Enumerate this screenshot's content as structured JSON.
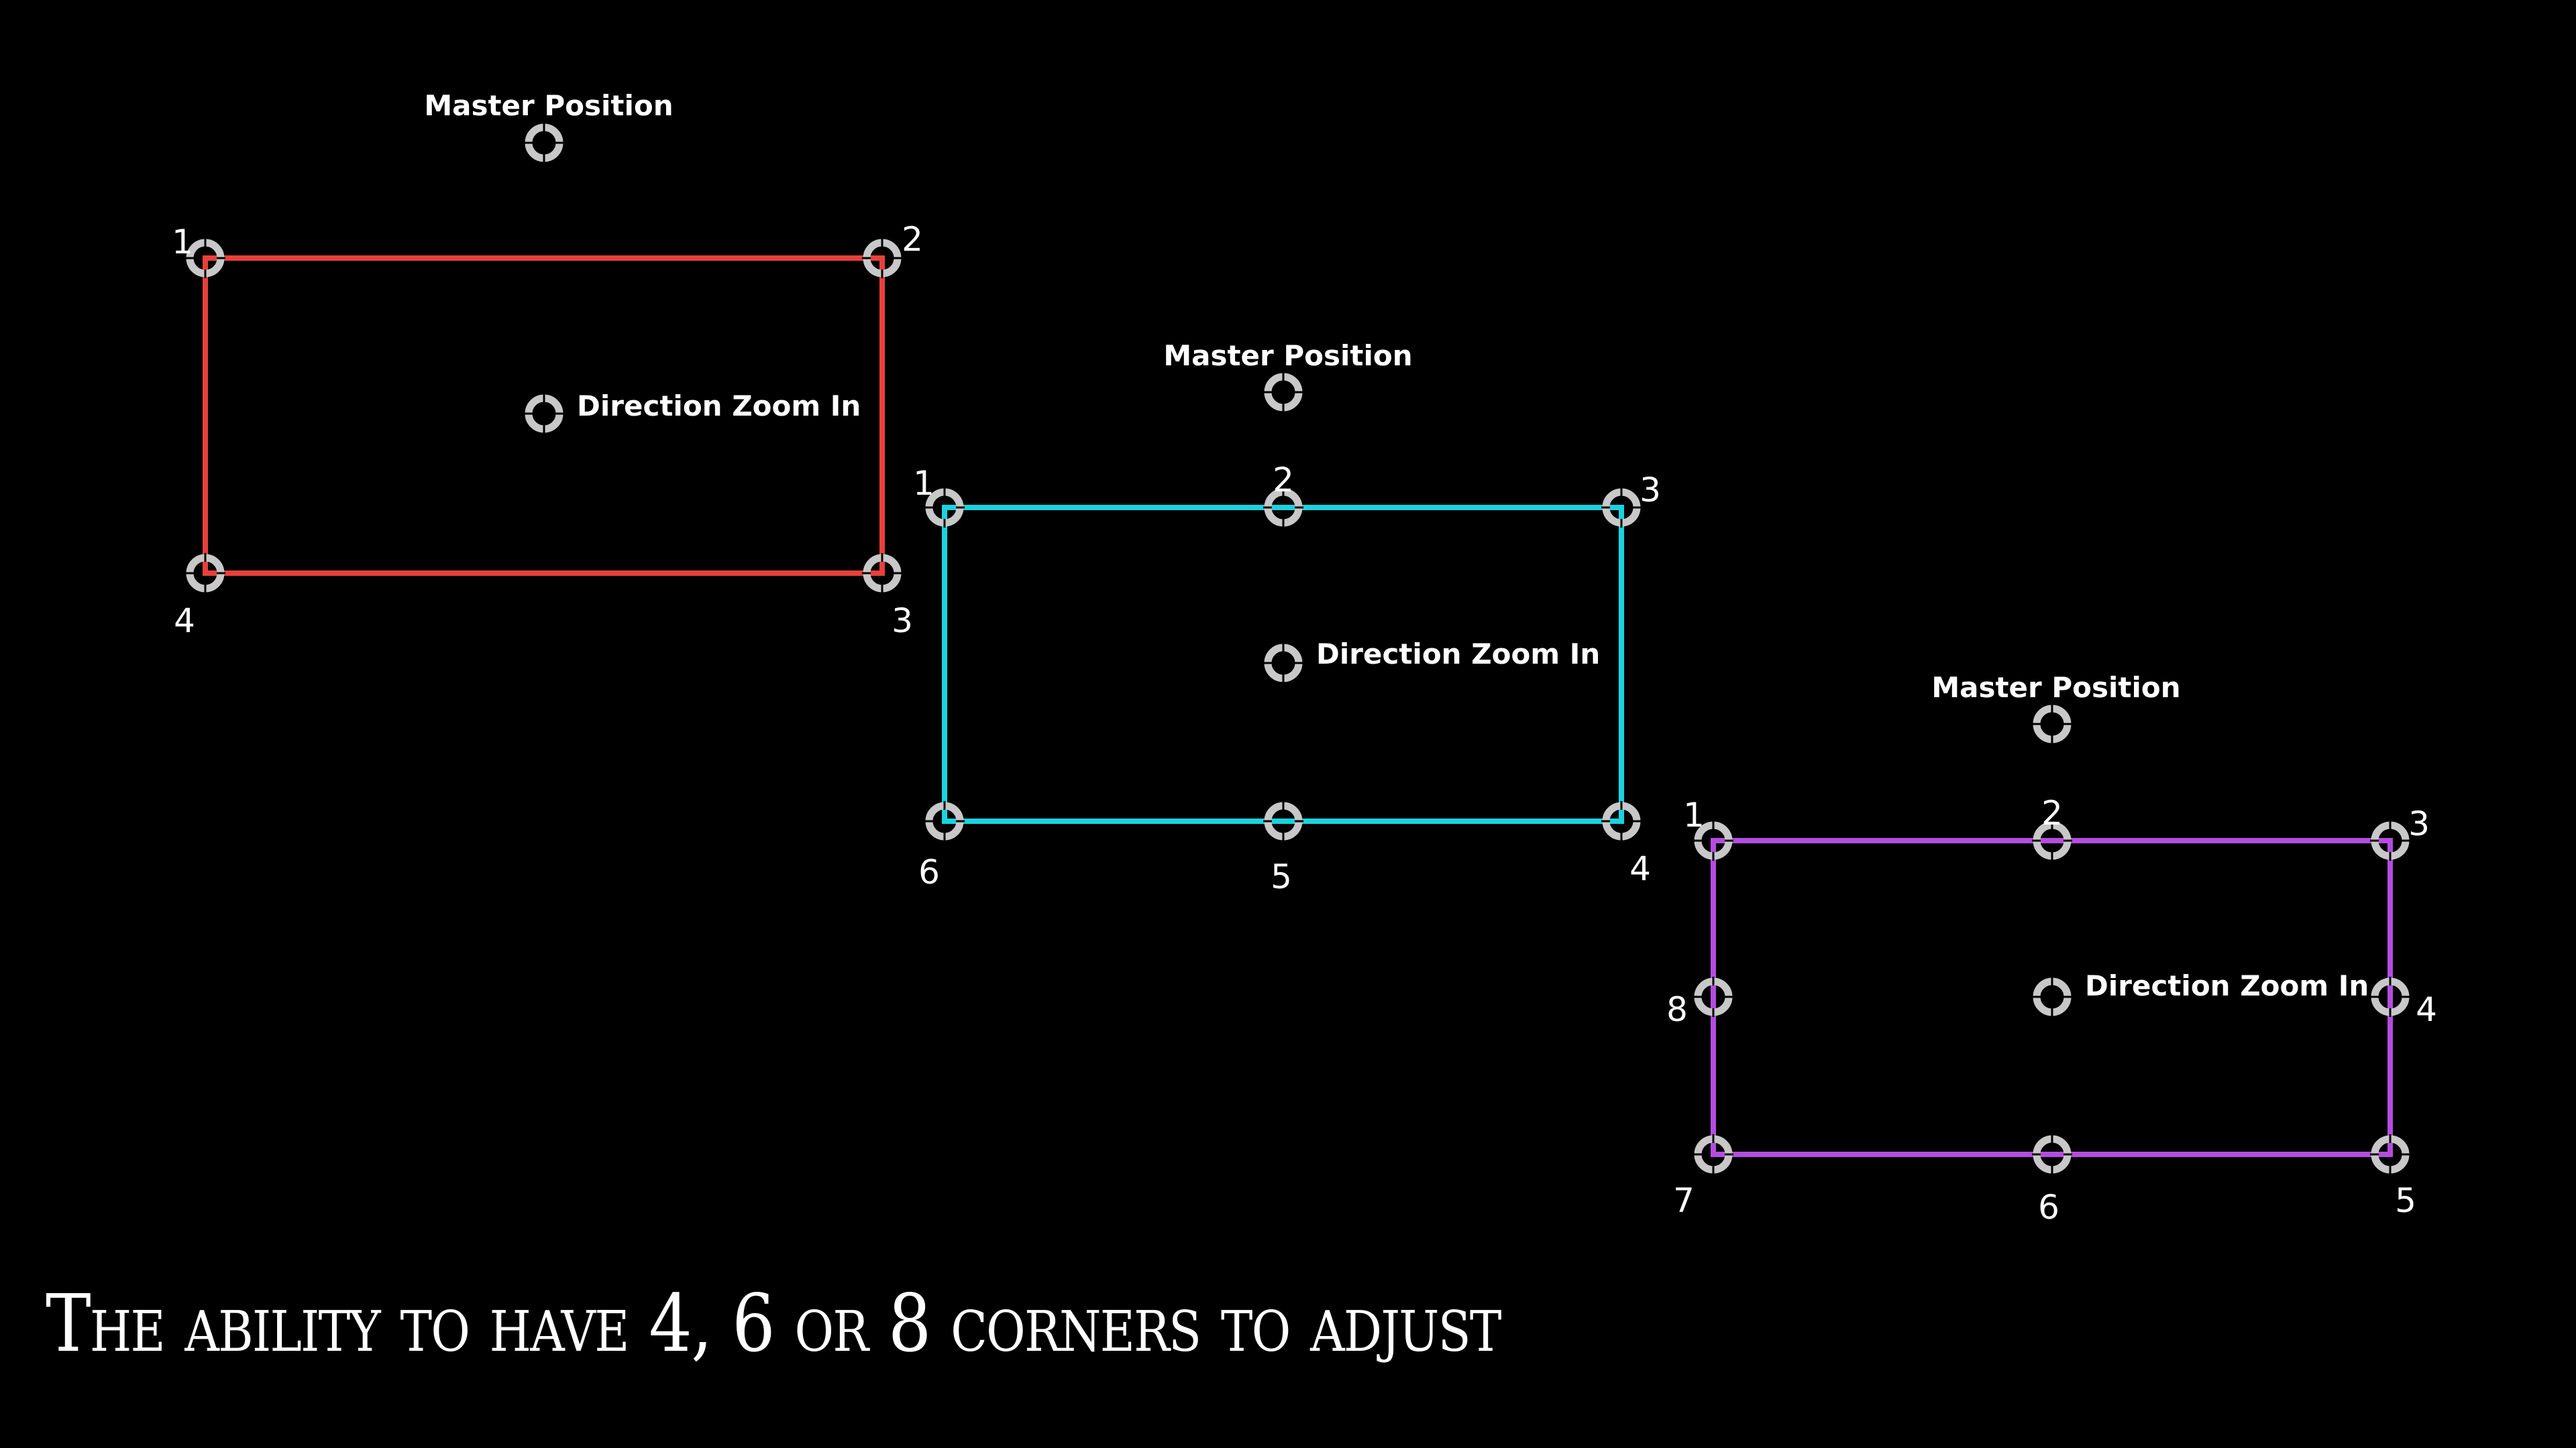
{
  "diagrams": [
    {
      "name": "four-corner",
      "color": "#e8403a",
      "master_label": "Master Position",
      "direction_label": "Direction Zoom In",
      "corner_labels": [
        "1",
        "2",
        "3",
        "4"
      ]
    },
    {
      "name": "six-corner",
      "color": "#19d3e0",
      "master_label": "Master Position",
      "direction_label": "Direction Zoom In",
      "corner_labels": [
        "1",
        "2",
        "3",
        "4",
        "5",
        "6"
      ]
    },
    {
      "name": "eight-corner",
      "color": "#b54ce0",
      "master_label": "Master Position",
      "direction_label": "Direction Zoom In",
      "corner_labels": [
        "1",
        "2",
        "3",
        "4",
        "5",
        "6",
        "7",
        "8"
      ]
    }
  ],
  "marker_color": "#c8c8c8",
  "caption": "The ability to have 4, 6 or 8 corners to adjust"
}
